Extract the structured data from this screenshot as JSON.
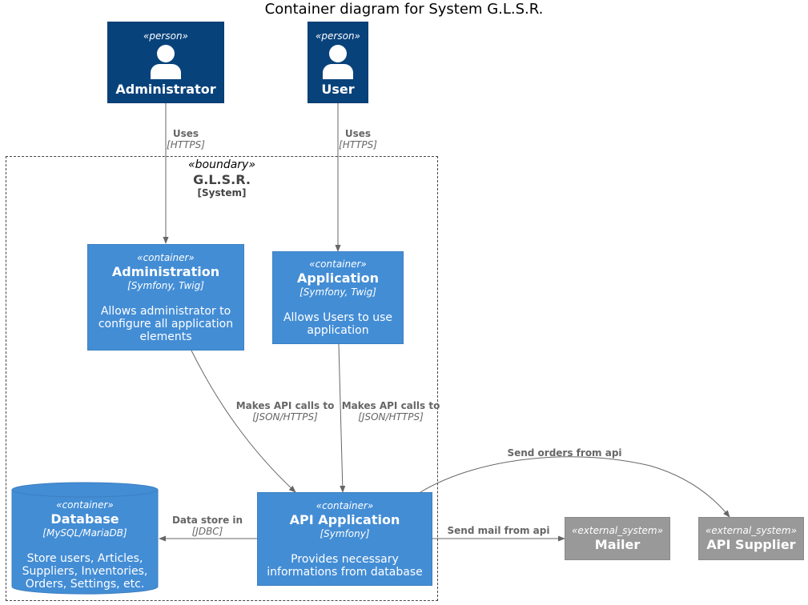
{
  "title": "Container diagram for System G.L.S.R.",
  "boundary": {
    "stereotype": "«boundary»",
    "name": "G.L.S.R.",
    "type": "[System]"
  },
  "persons": {
    "administrator": {
      "stereotype": "«person»",
      "name": "Administrator"
    },
    "user": {
      "stereotype": "«person»",
      "name": "User"
    }
  },
  "containers": {
    "administration": {
      "stereotype": "«container»",
      "name": "Administration",
      "tech": "[Symfony, Twig]",
      "desc": "Allows administrator to configure all application elements"
    },
    "application": {
      "stereotype": "«container»",
      "name": "Application",
      "tech": "[Symfony, Twig]",
      "desc": "Allows Users to use application"
    },
    "api": {
      "stereotype": "«container»",
      "name": "API Application",
      "tech": "[Symfony]",
      "desc": "Provides necessary informations from database"
    },
    "database": {
      "stereotype": "«container»",
      "name": "Database",
      "tech": "[MySQL/MariaDB]",
      "desc": "Store users, Articles, Suppliers, Inventories, Orders, Settings, etc."
    }
  },
  "external": {
    "mailer": {
      "stereotype": "«external_system»",
      "name": "Mailer"
    },
    "supplier": {
      "stereotype": "«external_system»",
      "name": "API Supplier"
    }
  },
  "relations": {
    "admin_uses": {
      "label": "Uses",
      "tech": "[HTTPS]"
    },
    "user_uses": {
      "label": "Uses",
      "tech": "[HTTPS]"
    },
    "admin_api": {
      "label": "Makes API calls to",
      "tech": "[JSON/HTTPS]"
    },
    "app_api": {
      "label": "Makes API calls to",
      "tech": "[JSON/HTTPS]"
    },
    "api_db": {
      "label": "Data store in",
      "tech": "[JDBC]"
    },
    "api_mailer": {
      "label": "Send mail from api"
    },
    "api_supplier": {
      "label": "Send orders from api"
    }
  },
  "colors": {
    "person": "#08427b",
    "container": "#438dd5",
    "external": "#999999",
    "edge": "#666666"
  }
}
